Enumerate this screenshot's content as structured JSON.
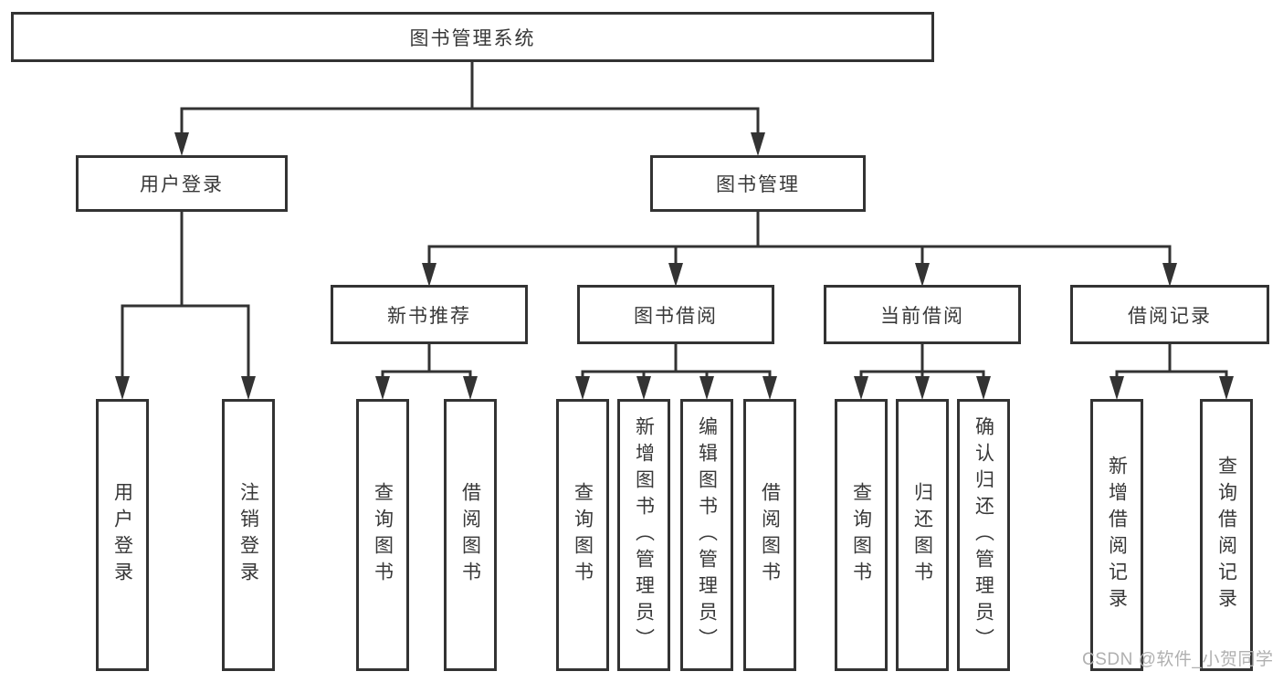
{
  "diagram": {
    "root": {
      "label": "图书管理系统"
    },
    "branches": [
      {
        "label": "用户登录",
        "children": [
          {
            "label": "用户登录"
          },
          {
            "label": "注销登录"
          }
        ]
      },
      {
        "label": "图书管理",
        "children": [
          {
            "label": "新书推荐",
            "children": [
              {
                "label": "查询图书"
              },
              {
                "label": "借阅图书"
              }
            ]
          },
          {
            "label": "图书借阅",
            "children": [
              {
                "label": "查询图书"
              },
              {
                "label": "新增图书（管理员）"
              },
              {
                "label": "编辑图书（管理员）"
              },
              {
                "label": "借阅图书"
              }
            ]
          },
          {
            "label": "当前借阅",
            "children": [
              {
                "label": "查询图书"
              },
              {
                "label": "归还图书"
              },
              {
                "label": "确认归还（管理员）"
              }
            ]
          },
          {
            "label": "借阅记录",
            "children": [
              {
                "label": "新增借阅记录"
              },
              {
                "label": "查询借阅记录"
              }
            ]
          }
        ]
      }
    ]
  },
  "watermark": {
    "text": "CSDN @软件_小贺同学"
  },
  "colors": {
    "line": "#333333",
    "text": "#383838",
    "node_background": "#ffffff",
    "page_background": "#ffffff",
    "watermark": "#b0b0b0"
  }
}
